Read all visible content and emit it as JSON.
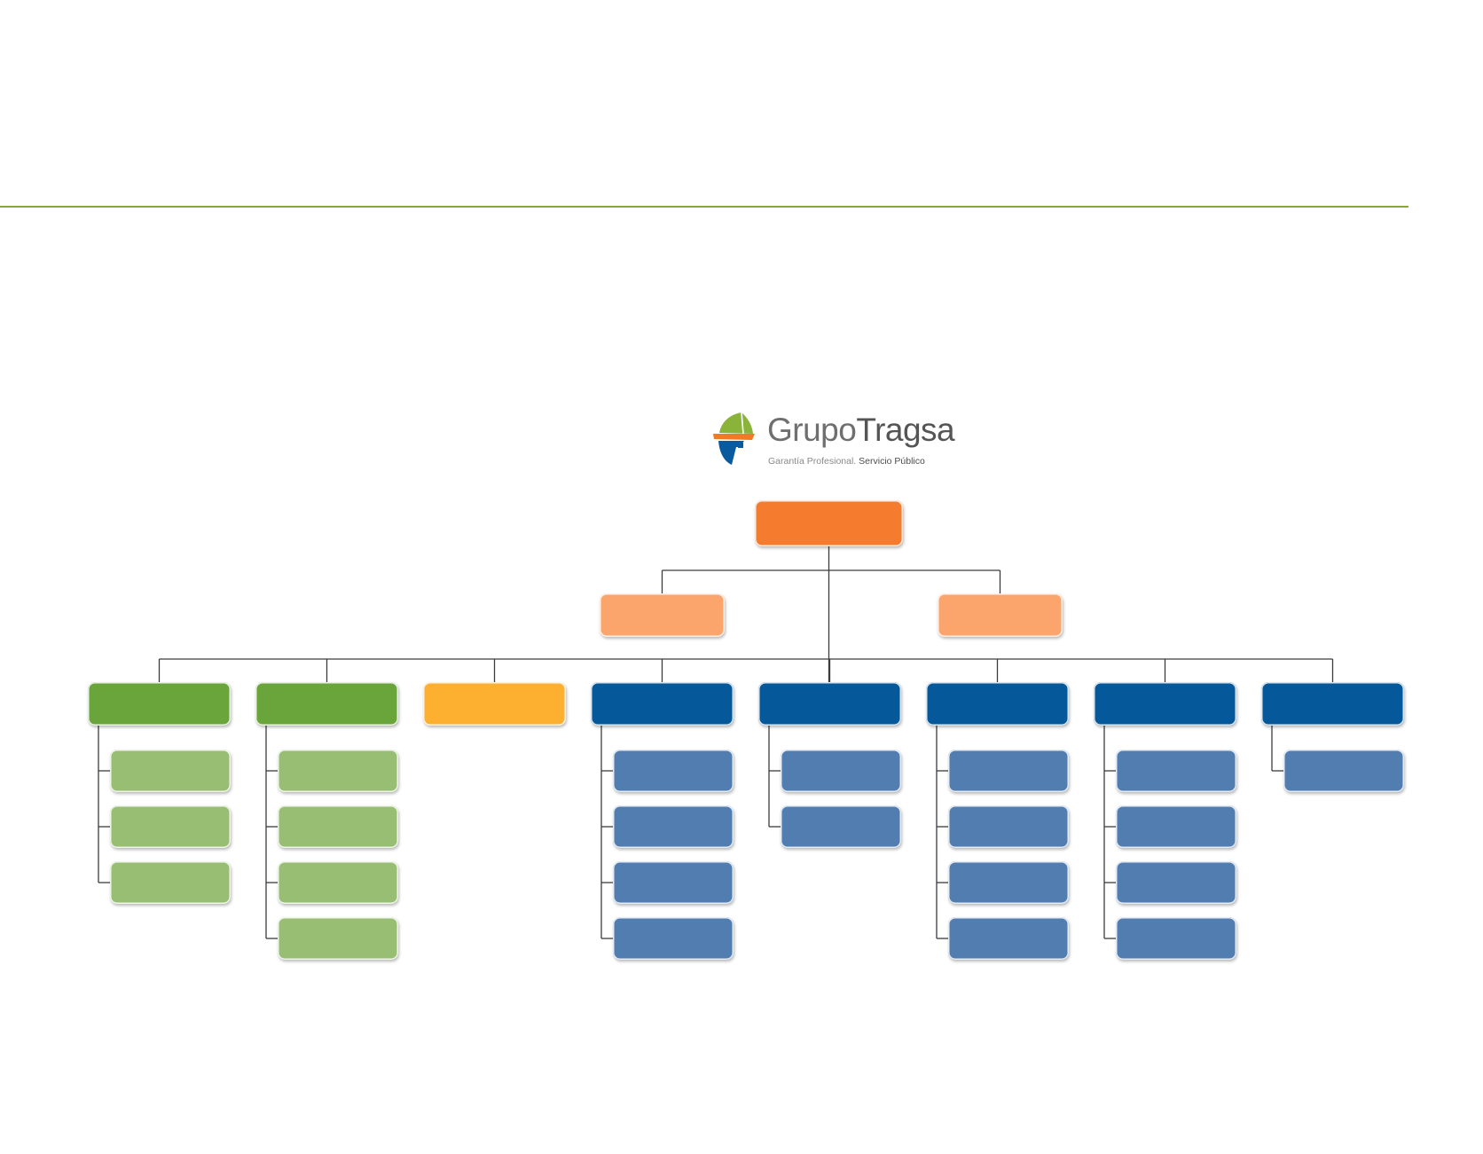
{
  "logo": {
    "name_light": "Grupo",
    "name_bold": "Tragsa",
    "tagline_light": "Garantía Profesional.",
    "tagline_bold": "Servicio Público"
  },
  "colors": {
    "rule": "#8aa63a",
    "connector": "#3c3c3c",
    "root": "#f57c2f",
    "support": "#fba46b",
    "green_head": "#6aa53c",
    "green_child": "#98be73",
    "yellow_head": "#fdb02f",
    "blue_head": "#05599a",
    "blue_child": "#517db1",
    "logo_green": "#8ab33a",
    "logo_orange": "#f07b26",
    "logo_blue": "#0a5aa0"
  },
  "org_chart": {
    "root": {
      "label": "",
      "color": "root"
    },
    "support": [
      {
        "label": "",
        "color": "support"
      },
      {
        "label": "",
        "color": "support"
      }
    ],
    "branches": [
      {
        "label": "",
        "color": "green_head",
        "child_color": "green_child",
        "children": [
          "",
          "",
          ""
        ]
      },
      {
        "label": "",
        "color": "green_head",
        "child_color": "green_child",
        "children": [
          "",
          "",
          "",
          ""
        ]
      },
      {
        "label": "",
        "color": "yellow_head",
        "child_color": "",
        "children": []
      },
      {
        "label": "",
        "color": "blue_head",
        "child_color": "blue_child",
        "children": [
          "",
          "",
          "",
          ""
        ]
      },
      {
        "label": "",
        "color": "blue_head",
        "child_color": "blue_child",
        "children": [
          "",
          ""
        ]
      },
      {
        "label": "",
        "color": "blue_head",
        "child_color": "blue_child",
        "children": [
          "",
          "",
          "",
          ""
        ]
      },
      {
        "label": "",
        "color": "blue_head",
        "child_color": "blue_child",
        "children": [
          "",
          "",
          "",
          ""
        ]
      },
      {
        "label": "",
        "color": "blue_head",
        "child_color": "blue_child",
        "children": [
          ""
        ]
      }
    ]
  }
}
